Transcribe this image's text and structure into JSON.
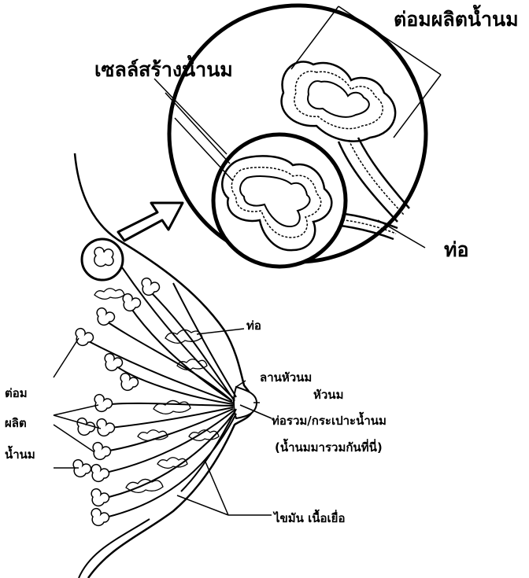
{
  "labels": {
    "glands_top": "ต่อมผลิตน้ำนม",
    "milk_cells": "เซลล์สร้างน้ำนม",
    "duct_big": "ท่อ",
    "duct": "ท่อ",
    "areola": "ลานหัวนม",
    "nipple": "หัวนม",
    "sinus": "ท่อรวม/กระเปาะน้ำนม",
    "sinus_note": "(น้ำนมมารวมกันที่นี่)",
    "fat": "ไขมัน เนื้อเยื่อ",
    "glands_left_1": "ต่อม",
    "glands_left_2": "ผลิต",
    "glands_left_3": "น้ำนม"
  }
}
